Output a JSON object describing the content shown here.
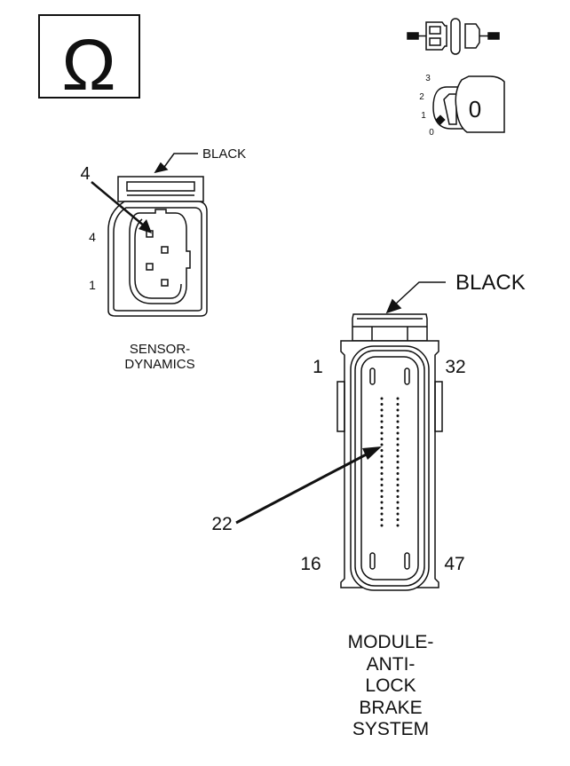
{
  "symbols": {
    "ohm_symbol": "Ω",
    "key_position_value": "0",
    "key_positions": [
      "3",
      "2",
      "1",
      "0"
    ]
  },
  "sensor_connector": {
    "color_label": "BLACK",
    "pin_callout": "4",
    "pin_label_top": "4",
    "pin_label_bottom": "1",
    "caption_lines": [
      "SENSOR-",
      "DYNAMICS"
    ]
  },
  "abs_connector": {
    "color_label": "BLACK",
    "pin_top_left": "1",
    "pin_top_right": "32",
    "pin_bottom_left": "16",
    "pin_bottom_right": "47",
    "pin_callout": "22",
    "caption_lines": [
      "MODULE-",
      "ANTI-",
      "LOCK",
      "BRAKE",
      "SYSTEM"
    ]
  }
}
